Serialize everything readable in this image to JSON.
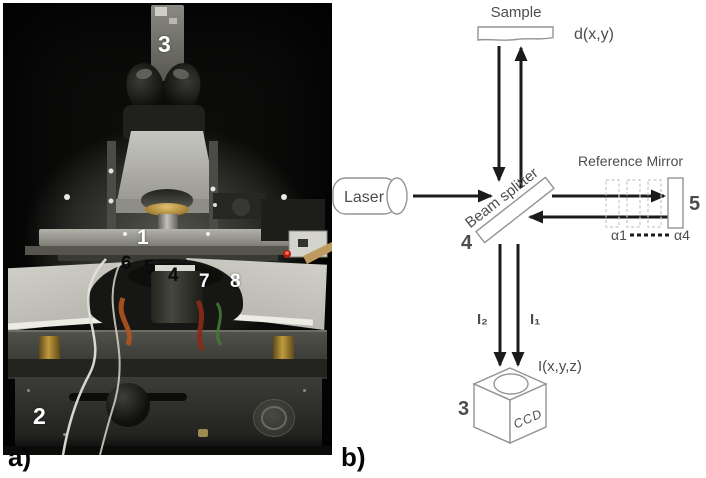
{
  "figure": {
    "panel_a_label": "a)",
    "panel_b_label": "b)"
  },
  "photo": {
    "labels": [
      {
        "text": "1",
        "color": "#ffffff"
      },
      {
        "text": "2",
        "color": "#ffffff"
      },
      {
        "text": "3",
        "color": "#ffffff"
      },
      {
        "text": "4",
        "color": "#000000"
      },
      {
        "text": "5",
        "color": "#000000"
      },
      {
        "text": "6",
        "color": "#000000"
      },
      {
        "text": "7",
        "color": "#ffffff"
      },
      {
        "text": "8",
        "color": "#ffffff"
      }
    ]
  },
  "diagram": {
    "laser_label": "Laser",
    "beam_splitter_label": "Beam splitter",
    "sample_label": "Sample",
    "reference_mirror_label": "Reference Mirror",
    "ccd_label": "CCD",
    "d_xy_label": "d(x,y)",
    "i_xyz_label": "I(x,y,z)",
    "i1_label": "I₁",
    "i2_label": "I₂",
    "alpha1_label": "α1",
    "alpha4_label": "α4",
    "number_ccd": "3",
    "number_beam_splitter": "4",
    "number_reference_mirror": "5",
    "colors": {
      "number": "#16165a",
      "line": "#1b1b1b",
      "text": "#4d4d4d",
      "shape_stroke": "#949490"
    }
  }
}
